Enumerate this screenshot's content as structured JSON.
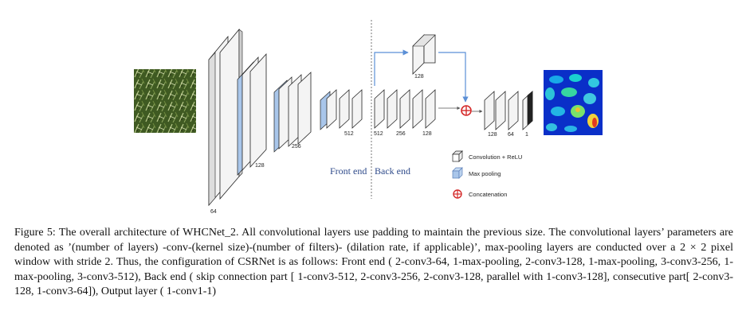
{
  "diagram": {
    "layer_labels": {
      "c64": "64",
      "c128": "128",
      "c256": "256",
      "c512a": "512",
      "c512b": "512",
      "c256b": "256",
      "c128b": "128",
      "c128skip": "128",
      "c128out": "128",
      "c64out": "64",
      "c1out": "1"
    },
    "front_end": "Front end",
    "back_end": "Back end",
    "legend": {
      "conv": "Convolution + ReLU",
      "pool": "Max pooling",
      "concat": "Concatenation"
    },
    "colors": {
      "pool_blue": "#a9c6ea",
      "arrow_blue": "#5b8fd6",
      "concat_red": "#d42a2a",
      "frontback_text": "#2e4a8a"
    }
  },
  "caption": {
    "label": "Figure 5:",
    "text": "The overall architecture of WHCNet_2. All convolutional layers use padding to maintain the previous size. The convolutional layers’ parameters are denoted as ’(number of layers) -conv-(kernel size)-(number of filters)- (dilation rate, if applicable)’, max-pooling layers are conducted over a 2 × 2 pixel window with stride 2. Thus, the configuration of CSRNet is as follows: Front end ( 2-conv3-64, 1-max-pooling, 2-conv3-128, 1-max-pooling, 3-conv3-256, 1-max-pooling, 3-conv3-512), Back end ( skip connection part [ 1-conv3-512, 2-conv3-256, 2-conv3-128, parallel with 1-conv3-128], consecutive part[ 2-conv3-128, 1-conv3-64]), Output layer ( 1-conv1-1)"
  }
}
